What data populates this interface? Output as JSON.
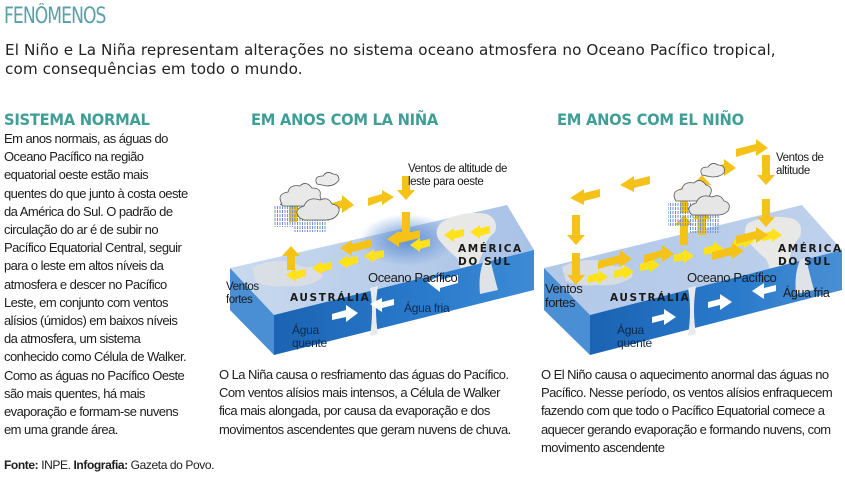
{
  "header": {
    "kicker": "FENÔMENOS",
    "lede_line1": "El Niño e La Niña representam alterações no sistema oceano atmosfera no Oceano Pacífico tropical,",
    "lede_line2": "com consequências em todo o mundo."
  },
  "colors": {
    "kicker": "#5aa0a8",
    "section_title": "#3f9e96",
    "arrow_yellow": "#f5c218",
    "arrow_surface_yellow": "#ffe21a",
    "ocean_top": "#b9cde9",
    "ocean_deep": "#1f6fc0",
    "ocean_side": "#4a8fd4",
    "land": "#e6e6e4",
    "cloud_fill": "#e9e9e9",
    "rain": "#6f8fd6"
  },
  "normal": {
    "title": "SISTEMA NORMAL",
    "lines": [
      "Em anos normais, as águas do",
      "Oceano Pacífico na região",
      "equatorial oeste estão mais",
      "quentes do que junto à costa oeste",
      "da América do Sul. O padrão de",
      "circulação do ar é de subir no",
      "Pacífico Equatorial Central, seguir",
      "para o leste em altos níveis da",
      "atmosfera e descer no Pacífico",
      "Leste, em conjunto com ventos",
      "alísios (úmidos) em baixos níveis",
      "da atmosfera, um sistema",
      "conhecido como Célula de Walker.",
      "Como as águas no Pacífico Oeste",
      "são mais quentes, há mais",
      "evaporação e formam-se nuvens",
      "em uma grande área."
    ]
  },
  "credit": {
    "source_label": "Fonte:",
    "source_value": " INPE. ",
    "infographic_label": "Infografia:",
    "infographic_value": " Gazeta do Povo."
  },
  "lanina": {
    "title": "EM ANOS COM LA NIÑA",
    "labels": {
      "upper_winds": [
        "Ventos de altitude de",
        "leste para oeste"
      ],
      "strong_winds": [
        "Ventos",
        "fortes"
      ],
      "australia": "AUSTRÁLIA",
      "south_america": [
        "AMÉRICA",
        "DO SUL"
      ],
      "ocean": "Oceano Pacífico",
      "cold_water": "Água fria",
      "warm_water": [
        "Água",
        "quente"
      ]
    },
    "caption": [
      "O La Niña causa o resfriamento das águas do Pacífico.",
      "Com ventos alísios mais intensos, a Célula de Walker",
      "fica mais alongada, por causa da evaporação e dos",
      "movimentos ascendentes que geram nuvens de chuva."
    ]
  },
  "elnino": {
    "title": "EM ANOS COM EL NIÑO",
    "labels": {
      "upper_winds": [
        "Ventos de",
        "altitude"
      ],
      "strong_winds": [
        "Ventos",
        "fortes"
      ],
      "australia": "AUSTRÁLIA",
      "south_america": [
        "AMÉRICA",
        "DO SUL"
      ],
      "ocean": "Oceano Pacífico",
      "cold_water": "Água fria",
      "warm_water": [
        "Água",
        "quente"
      ]
    },
    "caption": [
      "O El Niño causa o aquecimento anormal das águas no",
      "Pacífico. Nesse período, os ventos alísios enfraquecem",
      "fazendo com que todo o Pacífico Equatorial comece a",
      "aquecer gerando evaporação e formando nuvens, com",
      "movimento ascendente"
    ]
  }
}
